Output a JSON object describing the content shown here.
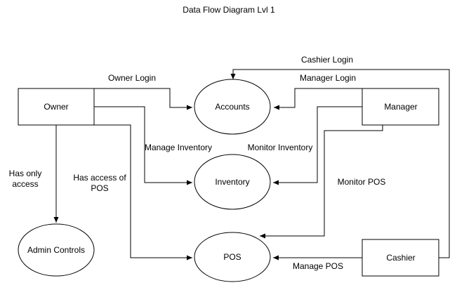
{
  "title": "Data Flow Diagram Lvl 1",
  "entities": {
    "owner": "Owner",
    "manager": "Manager",
    "cashier": "Cashier"
  },
  "processes": {
    "accounts": "Accounts",
    "inventory": "Inventory",
    "pos": "POS",
    "admin_controls": "Admin Controls"
  },
  "flows": {
    "cashier_login": "Cashier Login",
    "owner_login": "Owner Login",
    "manager_login": "Manager Login",
    "manage_inventory": "Manage Inventory",
    "monitor_inventory": "Monitor Inventory",
    "has_only_access_line1": "Has only",
    "has_only_access_line2": "access",
    "has_access_of_pos_line1": "Has access of",
    "has_access_of_pos_line2": "POS",
    "monitor_pos": "Monitor POS",
    "manage_pos": "Manage POS"
  }
}
